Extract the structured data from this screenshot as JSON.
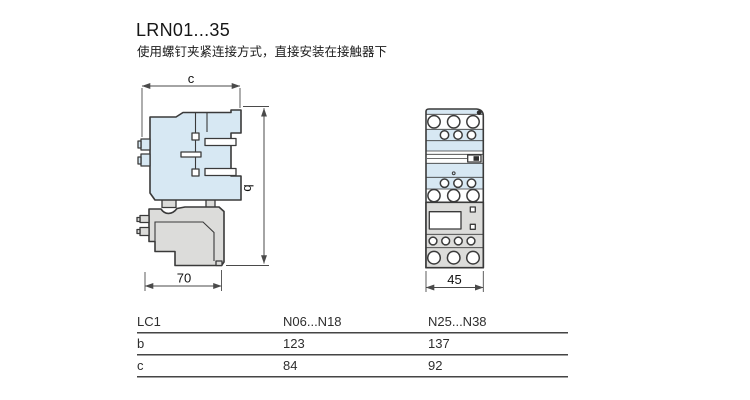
{
  "header": {
    "title": "LRN01...35",
    "subtitle": "使用螺钉夹紧连接方式，直接安装在接触器下"
  },
  "figure": {
    "side_view": {
      "dim_width_top": "c",
      "dim_height_right": "b",
      "dim_width_bottom": "70"
    },
    "front_view": {
      "dim_width_bottom": "45"
    }
  },
  "table": {
    "columns": [
      "LC1",
      "N06...N18",
      "N25...N38"
    ],
    "rows": [
      [
        "b",
        "123",
        "137"
      ],
      [
        "c",
        "84",
        "92"
      ]
    ]
  },
  "colors": {
    "contactor-fill": "#d7e8f3",
    "relay-fill": "#dcdcda",
    "line": "#3a3a3a",
    "text": "#1f1f1f",
    "rule-dark": "#454545",
    "rule-light": "#a0a0a0"
  }
}
